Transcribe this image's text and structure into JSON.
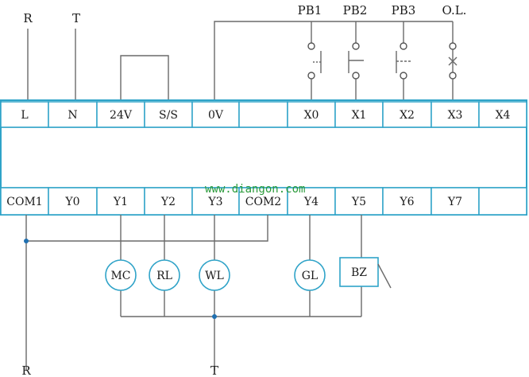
{
  "supply_top": {
    "left": "R",
    "right": "T"
  },
  "supply_bottom": {
    "left": "R",
    "right": "T"
  },
  "input_labels": [
    "PB1",
    "PB2",
    "PB3",
    "O.L."
  ],
  "top_terminals": [
    "L",
    "N",
    "24V",
    "S/S",
    "0V",
    "",
    "X0",
    "X1",
    "X2",
    "X3",
    "X4"
  ],
  "bottom_terminals": [
    "COM1",
    "Y0",
    "Y1",
    "Y2",
    "Y3",
    "COM2",
    "Y4",
    "Y5",
    "Y6",
    "Y7",
    ""
  ],
  "loads": [
    "MC",
    "RL",
    "WL",
    "GL",
    "BZ"
  ],
  "watermark": "www.diangon.com",
  "colors": {
    "terminal_border": "#2fa3c8",
    "wire": "#6a6a6a",
    "watermark": "#2a9a3a"
  }
}
